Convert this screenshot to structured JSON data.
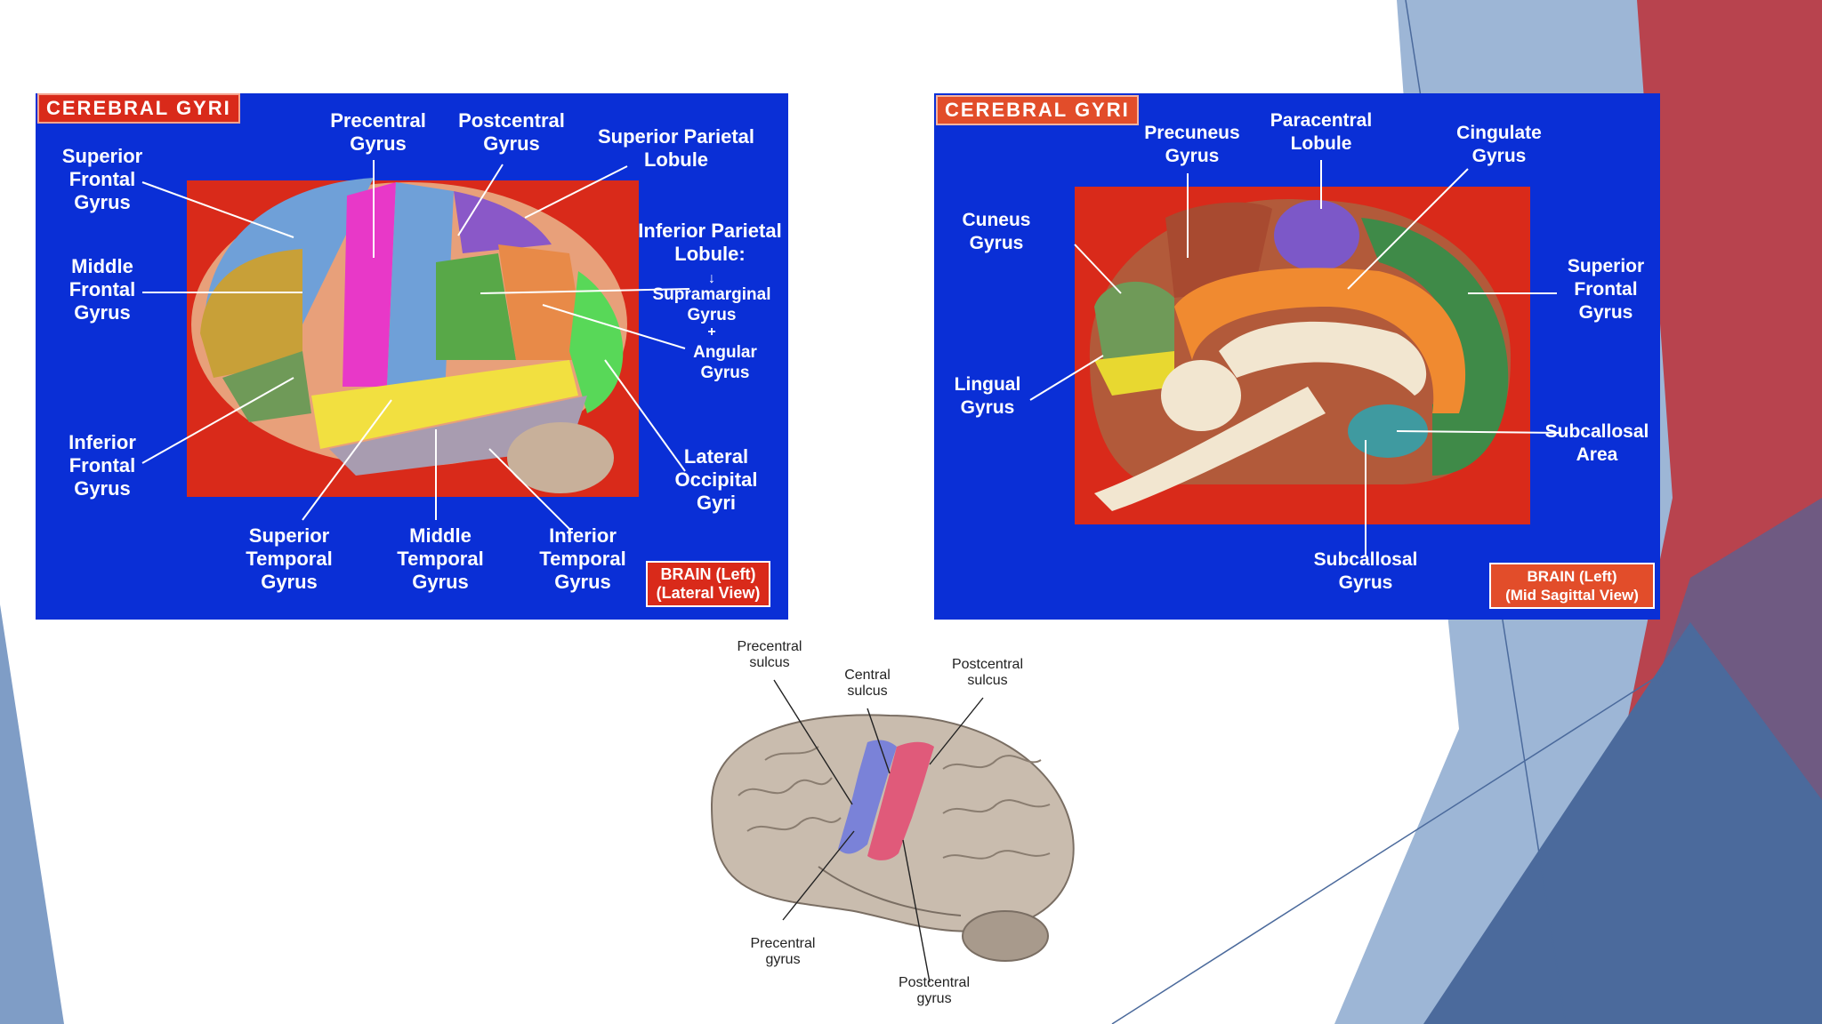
{
  "colors": {
    "panel_blue": "#0a2fd6",
    "panel_red": "#d92a1a",
    "bg_blue": "#8aa6c9",
    "bg_red": "#b8434e",
    "bg_dark": "#4b6a9c"
  },
  "lateral": {
    "tag": "CEREBRAL  GYRI",
    "labels": {
      "superior_frontal": "Superior\nFrontal\nGyrus",
      "middle_frontal": "Middle\nFrontal\nGyrus",
      "inferior_frontal": "Inferior\nFrontal\nGyrus",
      "precentral": "Precentral\nGyrus",
      "postcentral": "Postcentral\nGyrus",
      "superior_parietal": "Superior Parietal\nLobule",
      "inferior_parietal": "Inferior Parietal\nLobule:",
      "arrow_down": "↓",
      "supramarginal": "Supramarginal\nGyrus",
      "plus": "+",
      "angular": "Angular\nGyrus",
      "lateral_occipital": "Lateral\nOccipital\nGyri",
      "superior_temporal": "Superior\nTemporal\nGyrus",
      "middle_temporal": "Middle\nTemporal\nGyrus",
      "inferior_temporal": "Inferior\nTemporal\nGyrus"
    },
    "view_box": "BRAIN (Left)\n(Lateral View)"
  },
  "sagittal": {
    "tag": "CEREBRAL  GYRI",
    "labels": {
      "precuneus": "Precuneus\nGyrus",
      "paracentral": "Paracentral\nLobule",
      "cingulate": "Cingulate\nGyrus",
      "cuneus": "Cuneus\nGyrus",
      "superior_frontal": "Superior\nFrontal\nGyrus",
      "lingual": "Lingual\nGyrus",
      "subcallosal_area": "Subcallosal\nArea",
      "subcallosal_gyrus": "Subcallosal\nGyrus"
    },
    "view_box": "BRAIN (Left)\n(Mid Sagittal View)"
  },
  "sulci": {
    "labels": {
      "precentral_sulcus": "Precentral\nsulcus",
      "central_sulcus": "Central\nsulcus",
      "postcentral_sulcus": "Postcentral\nsulcus",
      "precentral_gyrus": "Precentral\ngyrus",
      "postcentral_gyrus": "Postcentral\ngyrus"
    }
  }
}
